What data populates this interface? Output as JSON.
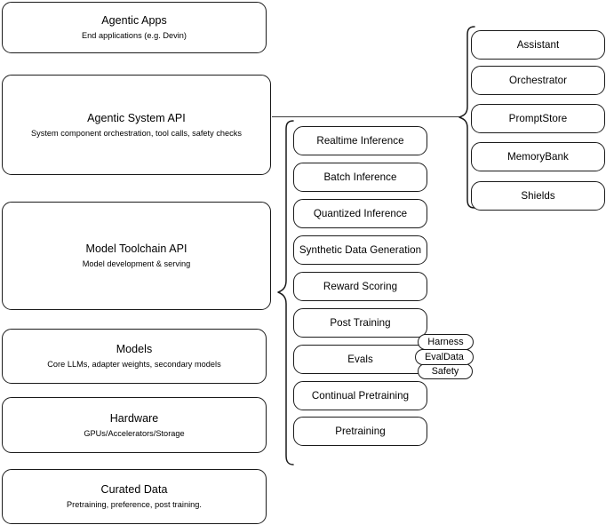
{
  "diagram": {
    "title": "AI stack layered architecture diagram",
    "background_color": "#ffffff",
    "stroke_color": "#1a1a1a",
    "text_color": "#000000"
  },
  "layers": [
    {
      "id": "agentic-apps",
      "title": "Agentic Apps",
      "subtitle": "End applications (e.g. Devin)"
    },
    {
      "id": "agentic-system-api",
      "title": "Agentic System API",
      "subtitle": "System component orchestration, tool calls, safety checks"
    },
    {
      "id": "model-toolchain-api",
      "title": "Model Toolchain API",
      "subtitle": "Model development & serving"
    },
    {
      "id": "models",
      "title": "Models",
      "subtitle": "Core LLMs, adapter weights, secondary models"
    },
    {
      "id": "hardware",
      "title": "Hardware",
      "subtitle": "GPUs/Accelerators/Storage"
    },
    {
      "id": "curated-data",
      "title": "Curated Data",
      "subtitle": "Pretraining, preference, post training."
    }
  ],
  "toolchain_components": [
    {
      "id": "realtime-inference",
      "label": "Realtime Inference"
    },
    {
      "id": "batch-inference",
      "label": "Batch Inference"
    },
    {
      "id": "quantized-inference",
      "label": "Quantized Inference"
    },
    {
      "id": "synthetic-data-generation",
      "label": "Synthetic Data Generation"
    },
    {
      "id": "reward-scoring",
      "label": "Reward Scoring"
    },
    {
      "id": "post-training",
      "label": "Post Training"
    },
    {
      "id": "evals",
      "label": "Evals"
    },
    {
      "id": "continual-pretraining",
      "label": "Continual Pretraining"
    },
    {
      "id": "pretraining",
      "label": "Pretraining"
    }
  ],
  "evals_badges": [
    {
      "id": "harness",
      "label": "Harness"
    },
    {
      "id": "evaldata",
      "label": "EvalData"
    },
    {
      "id": "safety",
      "label": "Safety"
    }
  ],
  "system_components": [
    {
      "id": "assistant",
      "label": "Assistant"
    },
    {
      "id": "orchestrator",
      "label": "Orchestrator"
    },
    {
      "id": "promptstore",
      "label": "PromptStore"
    },
    {
      "id": "memorybank",
      "label": "MemoryBank"
    },
    {
      "id": "shields",
      "label": "Shields"
    }
  ]
}
